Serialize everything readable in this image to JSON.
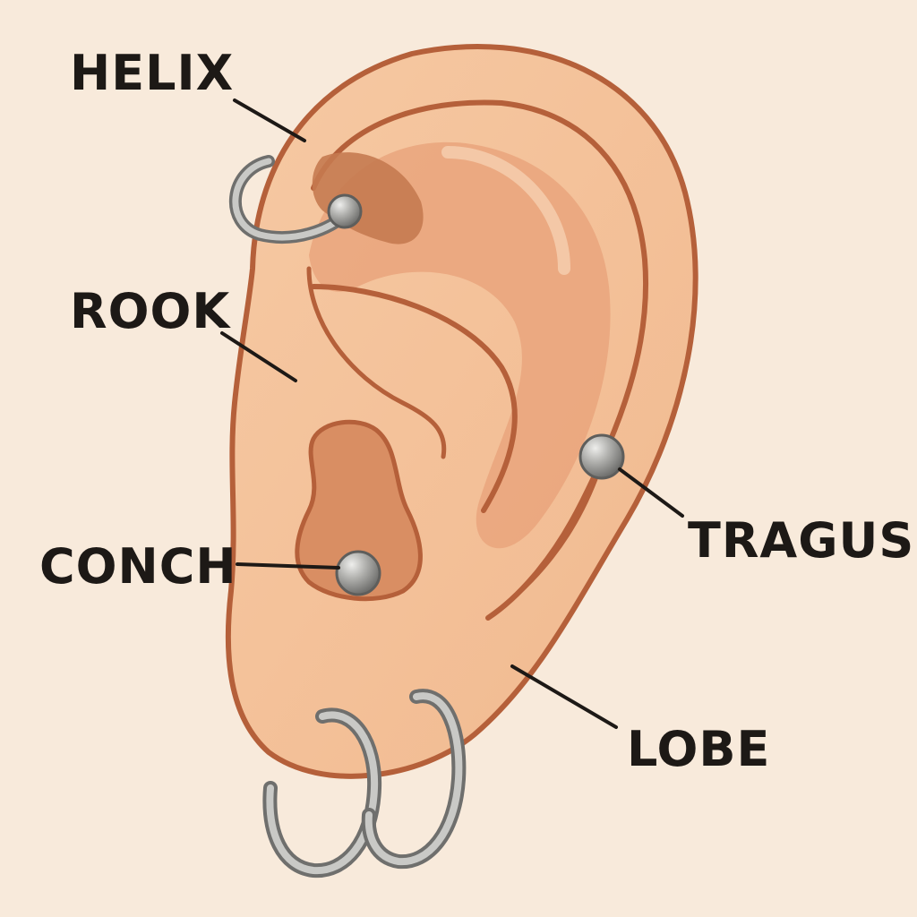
{
  "diagram": {
    "labels": {
      "helix": "HELIX",
      "rook": "ROOK",
      "conch": "CONCH",
      "tragus": "TRAGUS",
      "lobe": "LOBE"
    },
    "colors": {
      "background": "#f8eadb",
      "skin": "#f3c29a",
      "skin_shadow": "#d98e63",
      "deep_shadow": "#c57a50",
      "outline": "#b5603a",
      "metal": "#9e9e9b",
      "metal_highlight": "#dcdcda",
      "text": "#1d1916"
    },
    "jewelry_icons": [
      "helix-hoop-icon",
      "tragus-stud-icon",
      "conch-stud-icon",
      "lobe-hoop-icon",
      "lobe-hoop-icon"
    ]
  }
}
